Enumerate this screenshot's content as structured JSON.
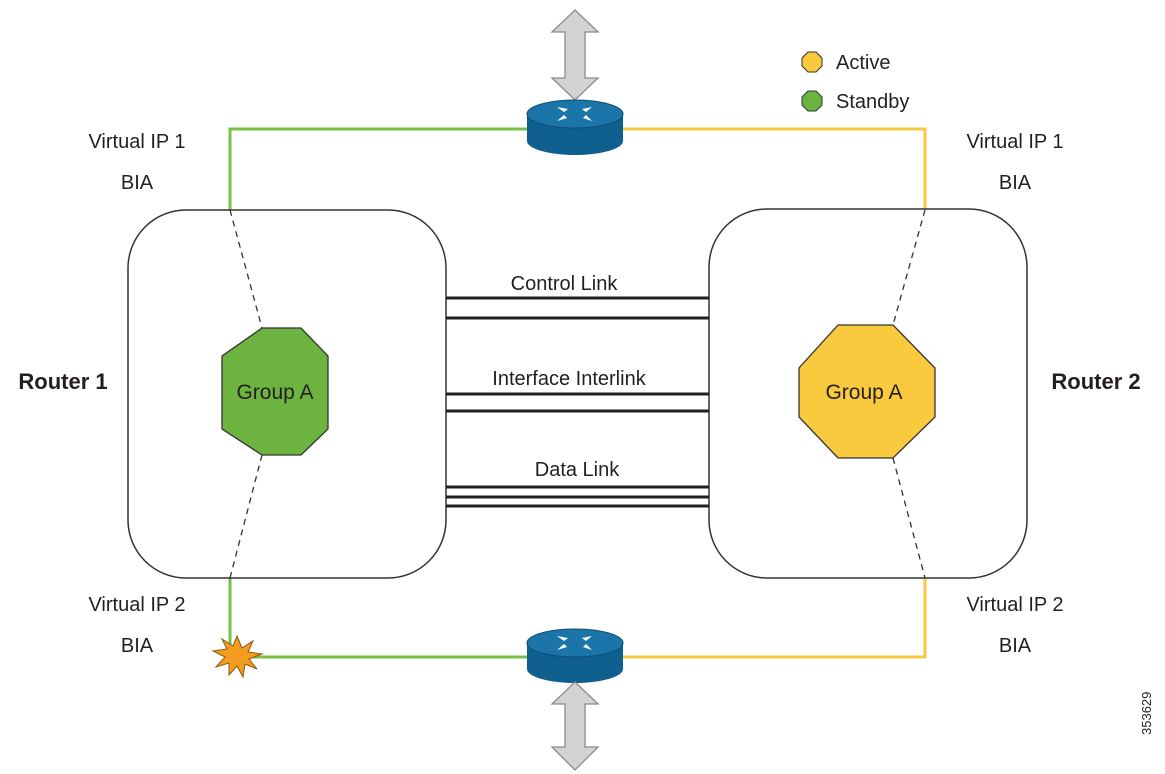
{
  "legend": {
    "active_label": "Active",
    "standby_label": "Standby"
  },
  "routers": {
    "left": {
      "name": "Router 1",
      "group_label": "Group A",
      "vip1_label": "Virtual IP 1",
      "vip1_bia": "BIA",
      "vip2_label": "Virtual IP 2",
      "vip2_bia": "BIA"
    },
    "right": {
      "name": "Router 2",
      "group_label": "Group A",
      "vip1_label": "Virtual IP 1",
      "vip1_bia": "BIA",
      "vip2_label": "Virtual IP 2",
      "vip2_bia": "BIA"
    }
  },
  "links": {
    "control": "Control Link",
    "interface": "Interface Interlink",
    "data": "Data Link"
  },
  "figure_id": "353629",
  "colors": {
    "active": "#f9c93e",
    "standby": "#6db33f",
    "active_line": "#f7c844",
    "standby_line": "#78c043",
    "router_body": "#0f5f8f",
    "router_top": "#1b75a8",
    "arrow_fill": "#d3d3d3",
    "failure_burst": "#f39c1f"
  }
}
